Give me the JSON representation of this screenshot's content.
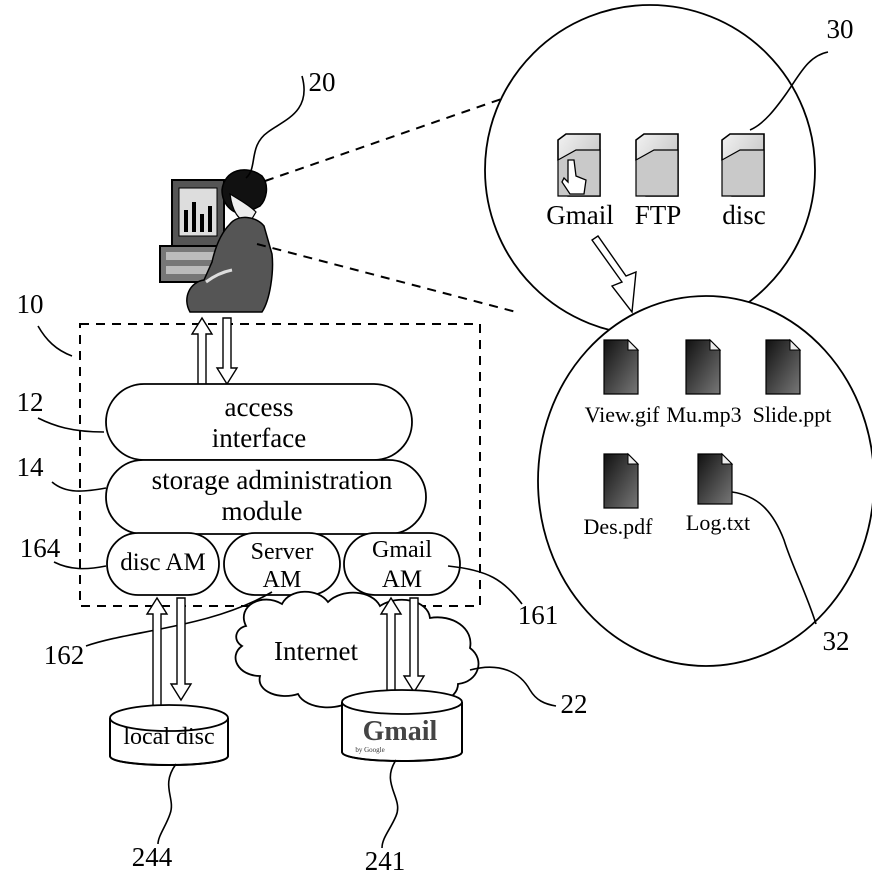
{
  "reference_numerals": {
    "system": "10",
    "access_interface": "12",
    "storage_module": "14",
    "disc_am": "164",
    "server_am": "162",
    "gmail_am": "161",
    "user": "20",
    "file_view": "30",
    "file_item": "32",
    "internet": "22",
    "local_disc": "244",
    "gmail_storage": "241"
  },
  "modules": {
    "access_interface_line1": "access",
    "access_interface_line2": "interface",
    "storage_line1": "storage administration",
    "storage_line2": "module",
    "disc_am": "disc AM",
    "server_am_line1": "Server",
    "server_am_line2": "AM",
    "gmail_am_line1": "Gmail",
    "gmail_am_line2": "AM"
  },
  "internet_label": "Internet",
  "storage_devices": {
    "local_disc": "local disc",
    "gmail_logo": "Gmail",
    "gmail_logo_sub": "by Google"
  },
  "folders": [
    "Gmail",
    "FTP",
    "disc"
  ],
  "files": [
    "View.gif",
    "Mu.mp3",
    "Slide.ppt",
    "Des.pdf",
    "Log.txt"
  ],
  "colors": {
    "ink": "#000000",
    "paper": "#ffffff",
    "folder_fill": "#d9d9d9",
    "file_dark": "#2a2a2a"
  }
}
